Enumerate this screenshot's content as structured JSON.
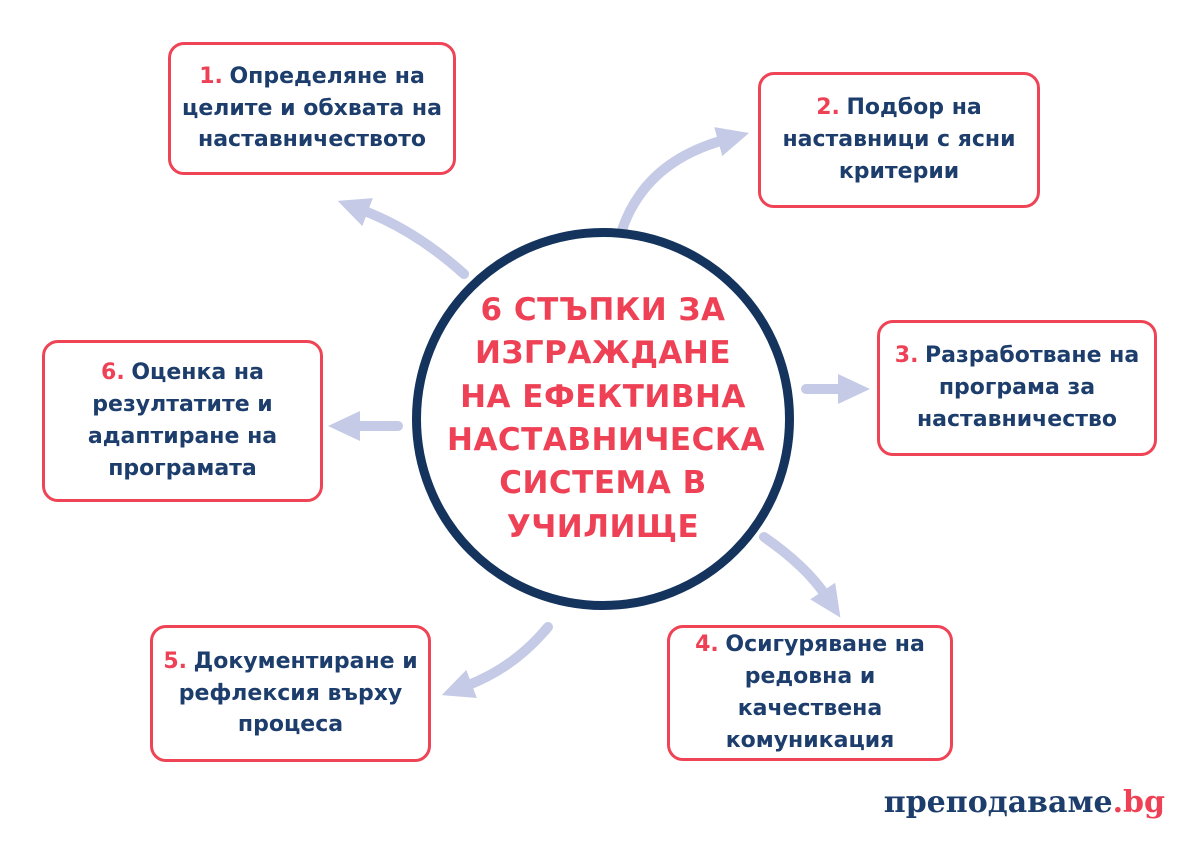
{
  "palette": {
    "red": "#ee4155",
    "box_border_red": "#ef4456",
    "navy_text": "#1d3e6c",
    "circle_border_navy": "#14335d",
    "arrow_lavender": "#c5cae6",
    "background": "#ffffff"
  },
  "center": {
    "title": "6 СТЪПКИ ЗА ИЗГРАЖДАНЕ НА ЕФЕКТИВНА НАСТАВНИЧЕСКА СИСТЕМА В УЧИЛИЩЕ"
  },
  "steps": [
    {
      "number": "1.",
      "text": "Определяне на целите и обхвата на наставничеството"
    },
    {
      "number": "2.",
      "text": "Подбор на наставници с ясни критерии"
    },
    {
      "number": "3.",
      "text": "Разработване на програма за наставничество"
    },
    {
      "number": "4.",
      "text": "Осигуряване на редовна и качествена комуникация"
    },
    {
      "number": "5.",
      "text": "Документиране и рефлексия върху процеса"
    },
    {
      "number": "6.",
      "text": "Оценка на резултатите и адаптиране на програмата"
    }
  ],
  "arrows": [
    {
      "icon": "curved-arrow-up-left-icon"
    },
    {
      "icon": "curved-arrow-up-right-icon"
    },
    {
      "icon": "straight-arrow-right-icon"
    },
    {
      "icon": "curved-arrow-down-right-icon"
    },
    {
      "icon": "curved-arrow-down-left-icon"
    },
    {
      "icon": "straight-arrow-left-icon"
    }
  ],
  "logo": {
    "name": "преподаваме",
    "tld": ".bg"
  }
}
